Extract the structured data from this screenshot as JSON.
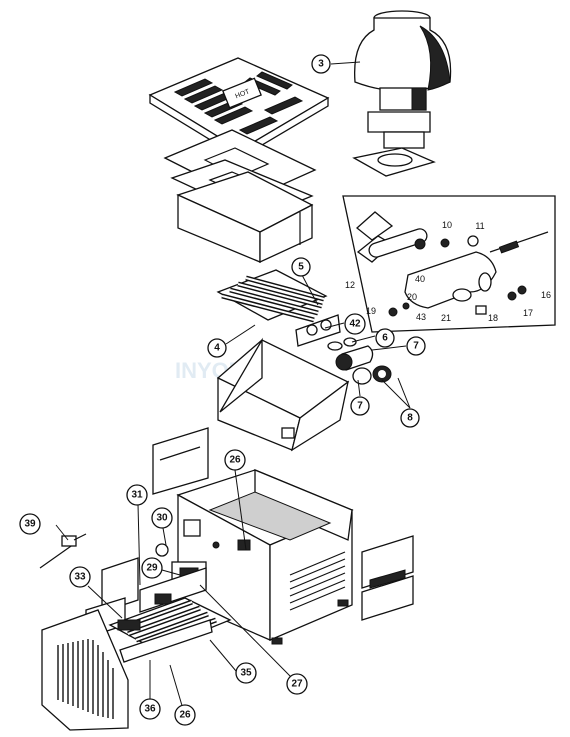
{
  "watermark": "INYOPOOLS",
  "hot_label": "HOT",
  "callouts": [
    "3",
    "4",
    "5",
    "42",
    "6",
    "7",
    "7",
    "8",
    "26",
    "31",
    "30",
    "39",
    "29",
    "33",
    "35",
    "27",
    "36",
    "26"
  ],
  "inset_labels": [
    "10",
    "11",
    "40",
    "20",
    "12",
    "19",
    "43",
    "21",
    "18",
    "17",
    "16"
  ]
}
